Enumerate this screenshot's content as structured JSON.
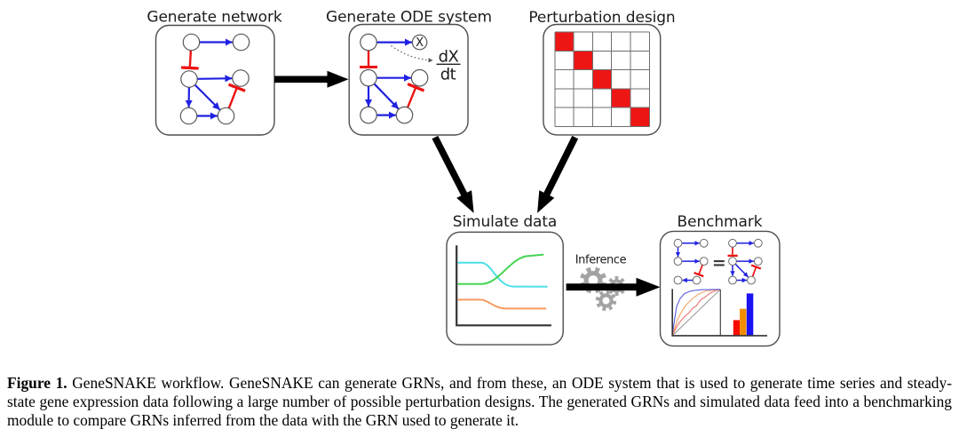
{
  "figure": {
    "panels": {
      "generate_network": {
        "title": "Generate network",
        "description": "gene regulatory network of 6 nodes with blue activation arrows and red inhibition T-bars"
      },
      "generate_ode": {
        "title": "Generate ODE system",
        "node_label": "X",
        "derivative_numerator": "dX",
        "derivative_denominator": "dt"
      },
      "perturbation_design": {
        "title": "Perturbation design",
        "grid_rows": 5,
        "grid_cols": 5,
        "filled_cells": "diagonal",
        "fill_color": "#ee1515"
      },
      "simulate_data": {
        "title": "Simulate data",
        "curve_colors": [
          "#4ddfe8",
          "#46d556",
          "#f89a60"
        ]
      },
      "benchmark": {
        "title": "Benchmark",
        "equals_sign": "=",
        "roc_curve_colors": [
          "#5b5bdf",
          "#f2a25f",
          "#ee7070"
        ],
        "bar_colors": [
          "#f80b00",
          "#f28d00",
          "#1a12f2"
        ],
        "bar_heights": [
          17.5,
          30.2,
          47.5
        ]
      }
    },
    "inference_label": "Inference",
    "edge_colors": {
      "activation": "#2021e2",
      "inhibition": "#ed1313"
    }
  },
  "caption": {
    "label": "Figure 1.",
    "line1_rest": " GeneSNAKE workflow. GeneSNAKE can generate GRNs, and from these, an ODE system that is used to generate time series and steady-",
    "line2": "state gene expression data following a large number of possible perturbation designs. The generated GRNs and simulated data feed into a benchmarking",
    "line3": "module to compare GRNs inferred from the data with the GRN used to generate it."
  }
}
